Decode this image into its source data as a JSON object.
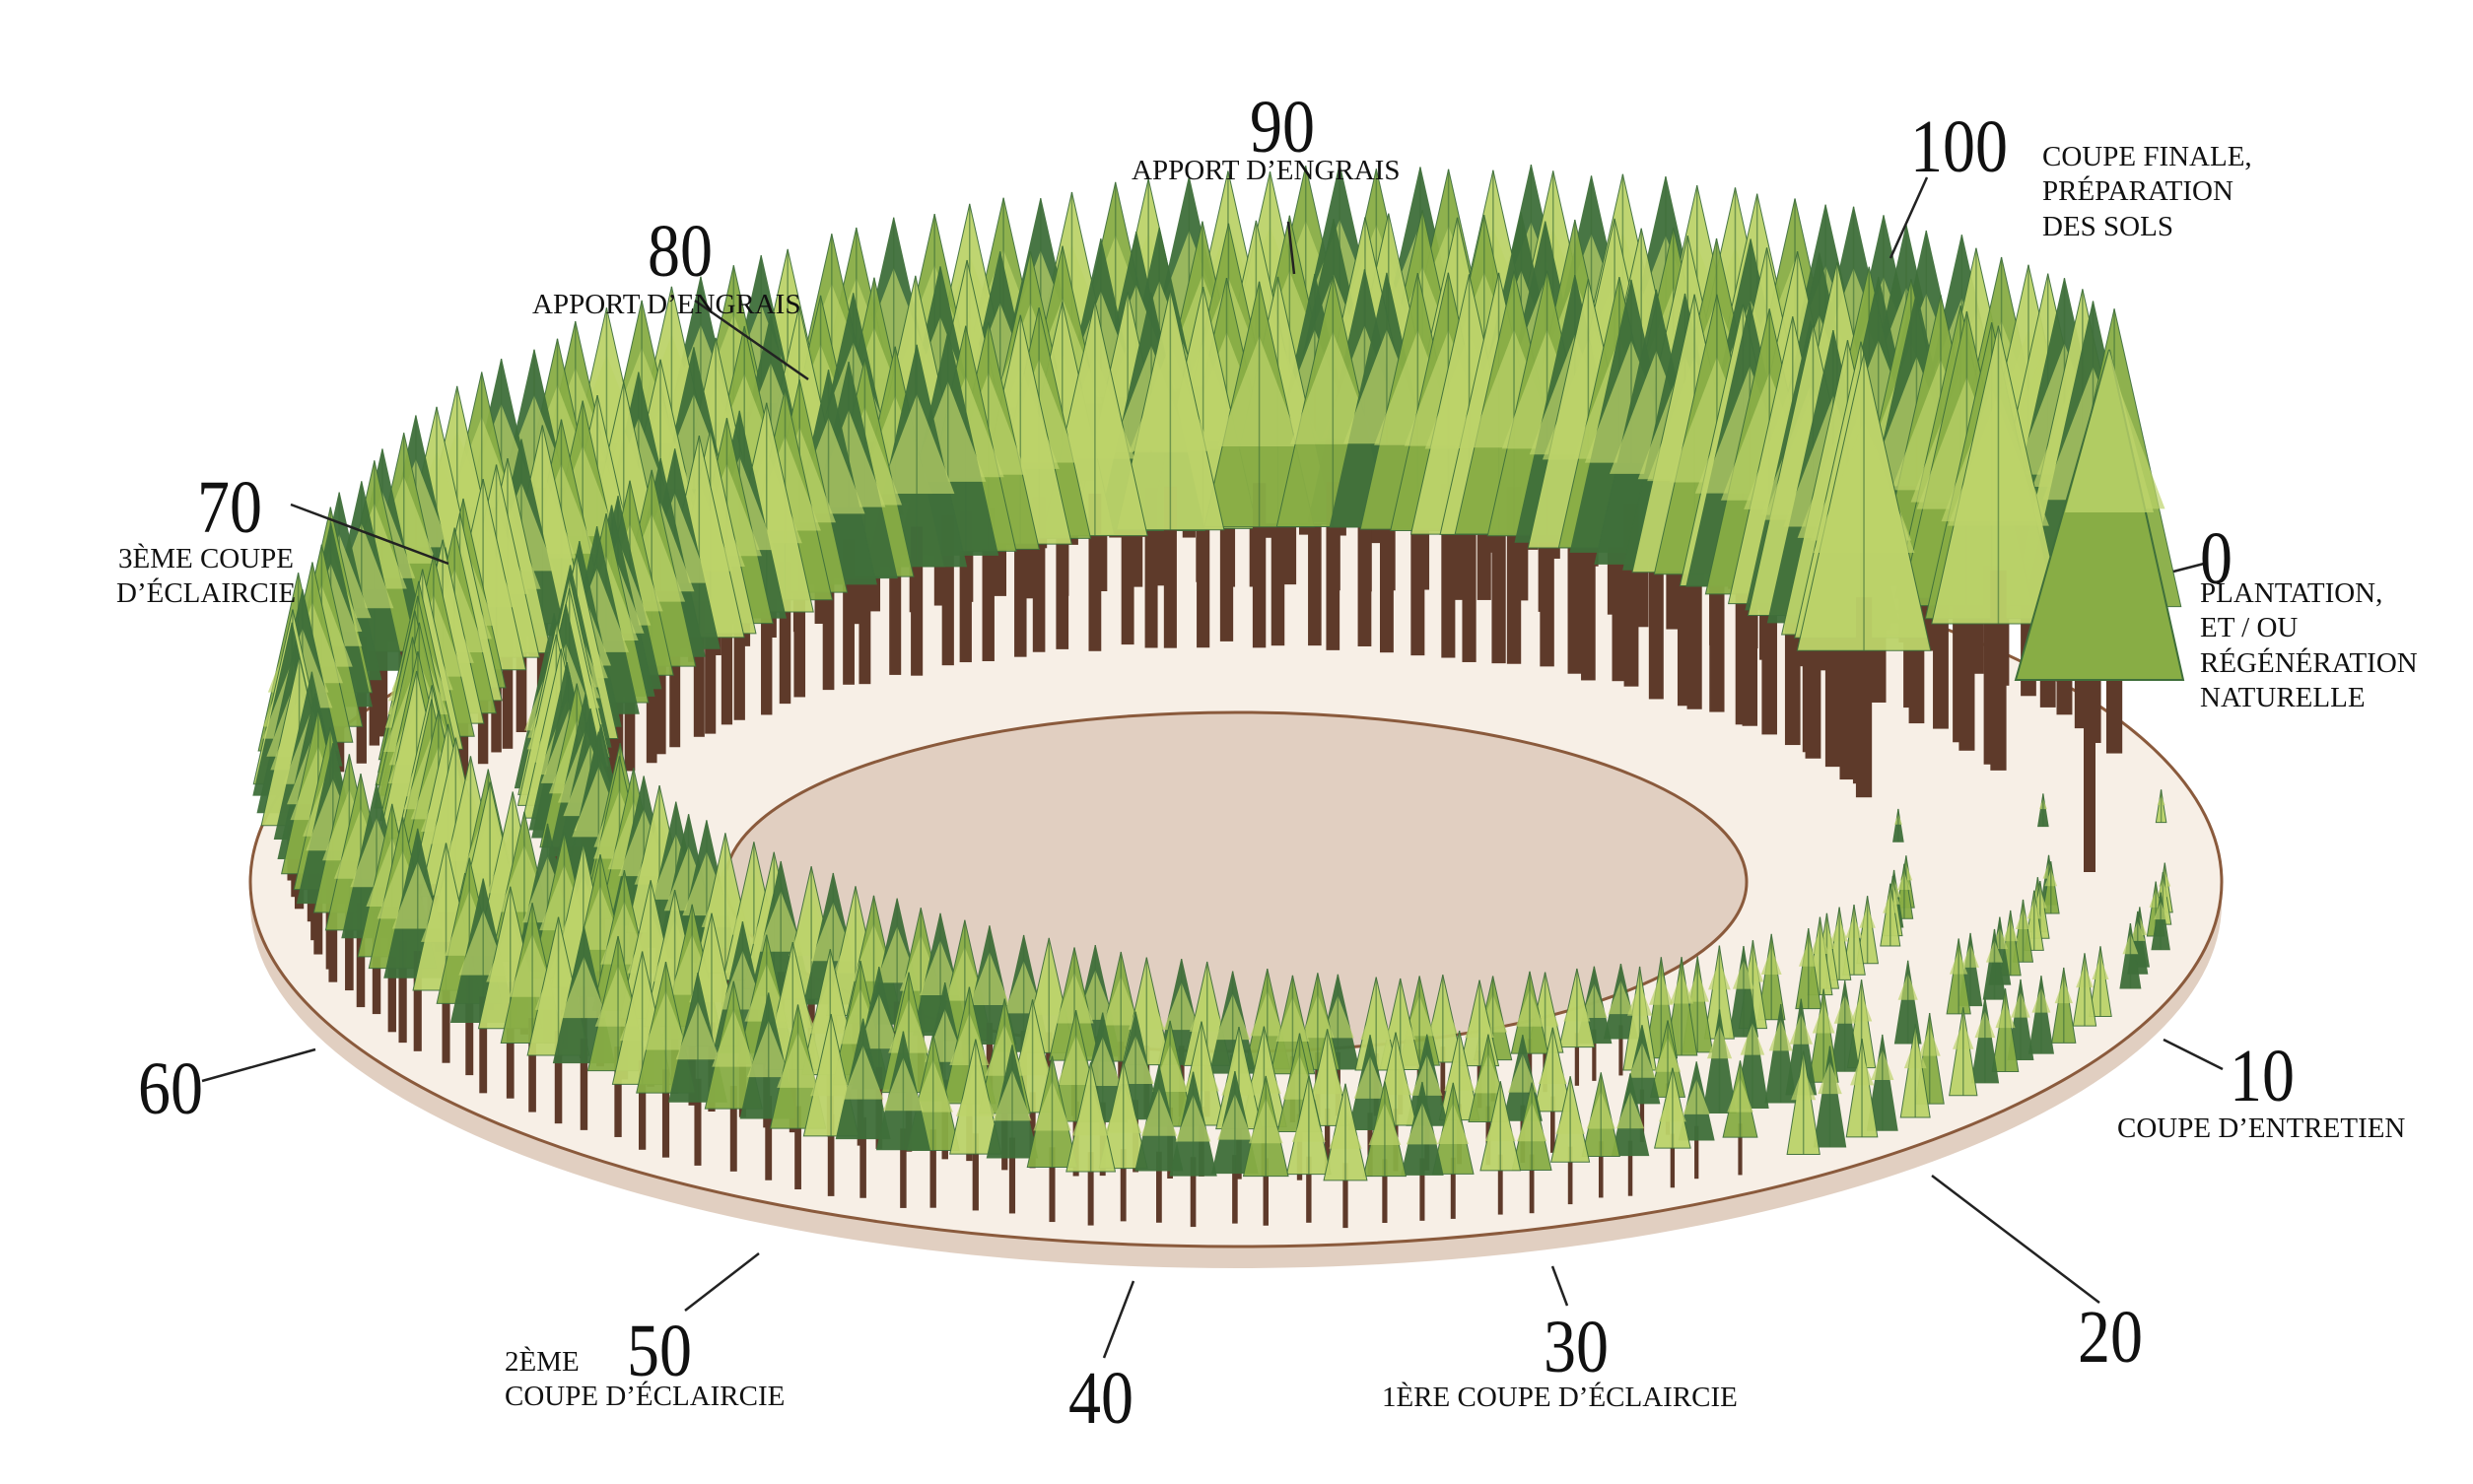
{
  "stages": [
    {
      "id": "0",
      "number": "0",
      "caption": "PLANTATION,\nET / OU\nRÉGÉNÉRATION\nNATURELLE"
    },
    {
      "id": "10",
      "number": "10",
      "caption": "COUPE D’ENTRETIEN"
    },
    {
      "id": "20",
      "number": "20",
      "caption": ""
    },
    {
      "id": "30",
      "number": "30",
      "caption": "1ÈRE COUPE D’ÉCLAIRCIE"
    },
    {
      "id": "40",
      "number": "40",
      "caption": ""
    },
    {
      "id": "50",
      "number": "50",
      "caption": "2ÈME\nCOUPE D’ÉCLAIRCIE"
    },
    {
      "id": "60",
      "number": "60",
      "caption": ""
    },
    {
      "id": "70",
      "number": "70",
      "caption": "3ÈME COUPE\nD’ÉCLAIRCIE"
    },
    {
      "id": "80",
      "number": "80",
      "caption": "APPORT D’ENGRAIS"
    },
    {
      "id": "90",
      "number": "90",
      "caption": "APPORT D’ENGRAIS"
    },
    {
      "id": "100",
      "number": "100",
      "caption": "COUPE FINALE,\nPRÉPARATION\nDES SOLS"
    }
  ],
  "colors": {
    "ring_fill": "#f7efe6",
    "ring_edge": "#8a5a3c",
    "ring_shadow": "#c9a88e",
    "trunk": "#5e3a2a",
    "needle_light": "#bcd36a",
    "needle_mid": "#88ad45",
    "needle_dark": "#3f6f3a",
    "leader_line": "#222222"
  }
}
